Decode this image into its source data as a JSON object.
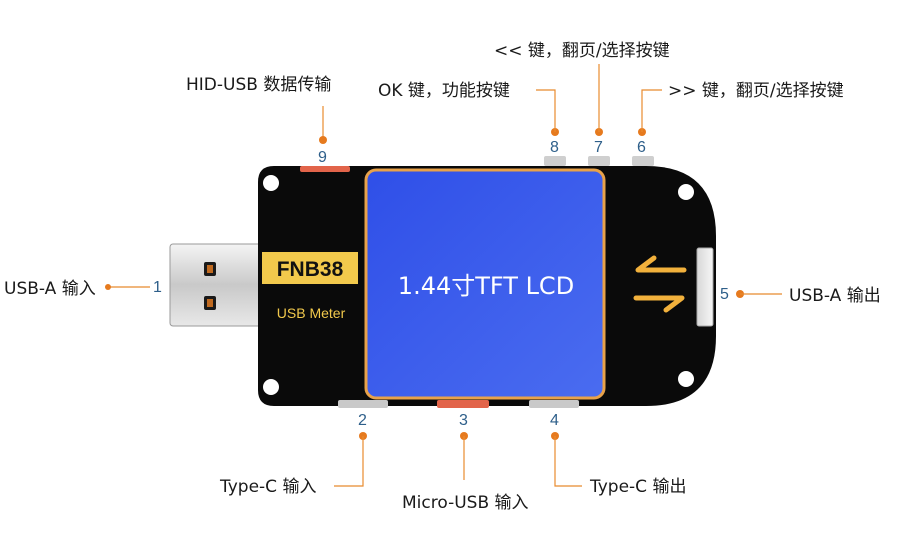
{
  "device": {
    "brand": "FNB38",
    "subtitle": "USB Meter",
    "screen_text": "1.44寸TFT LCD"
  },
  "callouts": [
    {
      "num": "1",
      "label": "USB-A 输入"
    },
    {
      "num": "2",
      "label": "Type-C 输入"
    },
    {
      "num": "3",
      "label": "Micro-USB 输入"
    },
    {
      "num": "4",
      "label": "Type-C 输出"
    },
    {
      "num": "5",
      "label": "USB-A 输出"
    },
    {
      "num": "6",
      "label": ">> 键，翻页/选择按键"
    },
    {
      "num": "7",
      "label": "<< 键，翻页/选择按键"
    },
    {
      "num": "8",
      "label": "OK 键，功能按键"
    },
    {
      "num": "9",
      "label": "HID-USB 数据传输"
    }
  ],
  "colors": {
    "body": "#0a0a0a",
    "screen": "#3558e6",
    "accent": "#e88b2e",
    "brand_bg": "#f2c94c",
    "number": "#2e5f8a"
  }
}
